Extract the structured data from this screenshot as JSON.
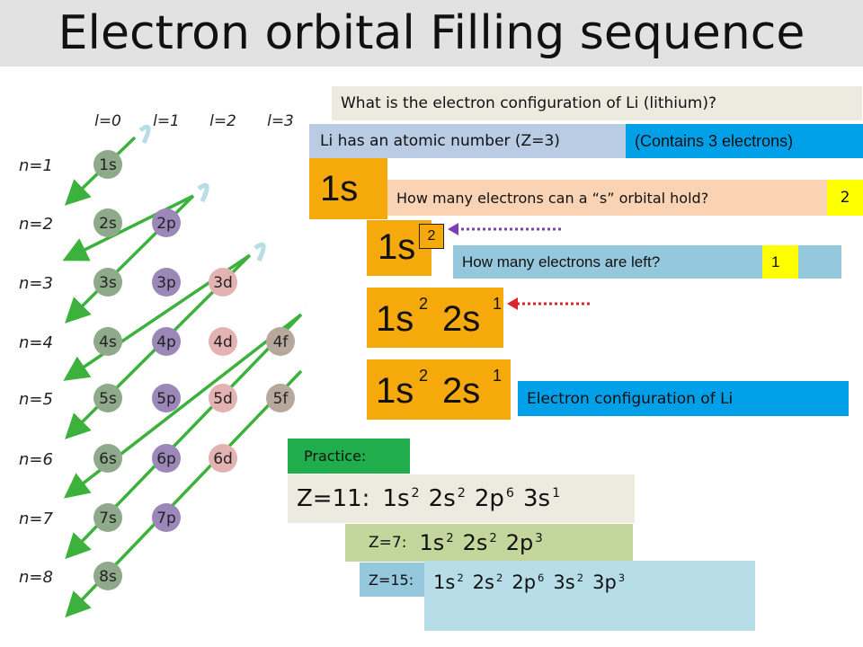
{
  "title": "Electron orbital Filling sequence",
  "diagram": {
    "l_labels": [
      "l=0",
      "l=1",
      "l=2",
      "l=3"
    ],
    "n_labels": [
      "n=1",
      "n=2",
      "n=3",
      "n=4",
      "n=5",
      "n=6",
      "n=7",
      "n=8"
    ],
    "orbitals": [
      [
        "1s"
      ],
      [
        "2s",
        "2p"
      ],
      [
        "3s",
        "3p",
        "3d"
      ],
      [
        "4s",
        "4p",
        "4d",
        "4f"
      ],
      [
        "5s",
        "5p",
        "5d",
        "5f"
      ],
      [
        "6s",
        "6p",
        "6d"
      ],
      [
        "7s",
        "7p"
      ],
      [
        "8s"
      ]
    ],
    "colors": {
      "s": "#8faa8b",
      "p": "#9b87b8",
      "d": "#e3b2b2",
      "f": "#b7a89c",
      "arrow": "#3cb13c",
      "track": "#b8dde6"
    }
  },
  "question": "What is the electron configuration of Li (lithium)?",
  "atomic_number": "Li has an atomic number (Z=3)",
  "contains": "(Contains 3 electrons)",
  "step1": {
    "orbital": "1s"
  },
  "hold_question": "How many electrons can a “s” orbital hold?",
  "hold_answer": "2",
  "step2": {
    "orbital": "1s",
    "sup": "2"
  },
  "left_question": "How many electrons are left?",
  "left_answer": "1",
  "step3": {
    "a": "1s",
    "a_sup": "2",
    "b": "2s",
    "b_sup": "1"
  },
  "step4": {
    "a": "1s",
    "a_sup": "2",
    "b": "2s",
    "b_sup": "1"
  },
  "config_label": "Electron configuration of Li",
  "practice_label": "Practice:",
  "practice": {
    "z11_label": "Z=11:",
    "z11": [
      [
        "1s",
        "2"
      ],
      [
        "2s",
        "2"
      ],
      [
        "2p",
        "6"
      ],
      [
        "3s",
        "1"
      ]
    ],
    "z7_label": "Z=7:",
    "z7": [
      [
        "1s",
        "2"
      ],
      [
        "2s",
        "2"
      ],
      [
        "2p",
        "3"
      ]
    ],
    "z15_label": "Z=15:",
    "z15": [
      [
        "1s",
        "2"
      ],
      [
        "2s",
        "2"
      ],
      [
        "2p",
        "6"
      ],
      [
        "3s",
        "2"
      ],
      [
        "3p",
        "3"
      ]
    ]
  }
}
